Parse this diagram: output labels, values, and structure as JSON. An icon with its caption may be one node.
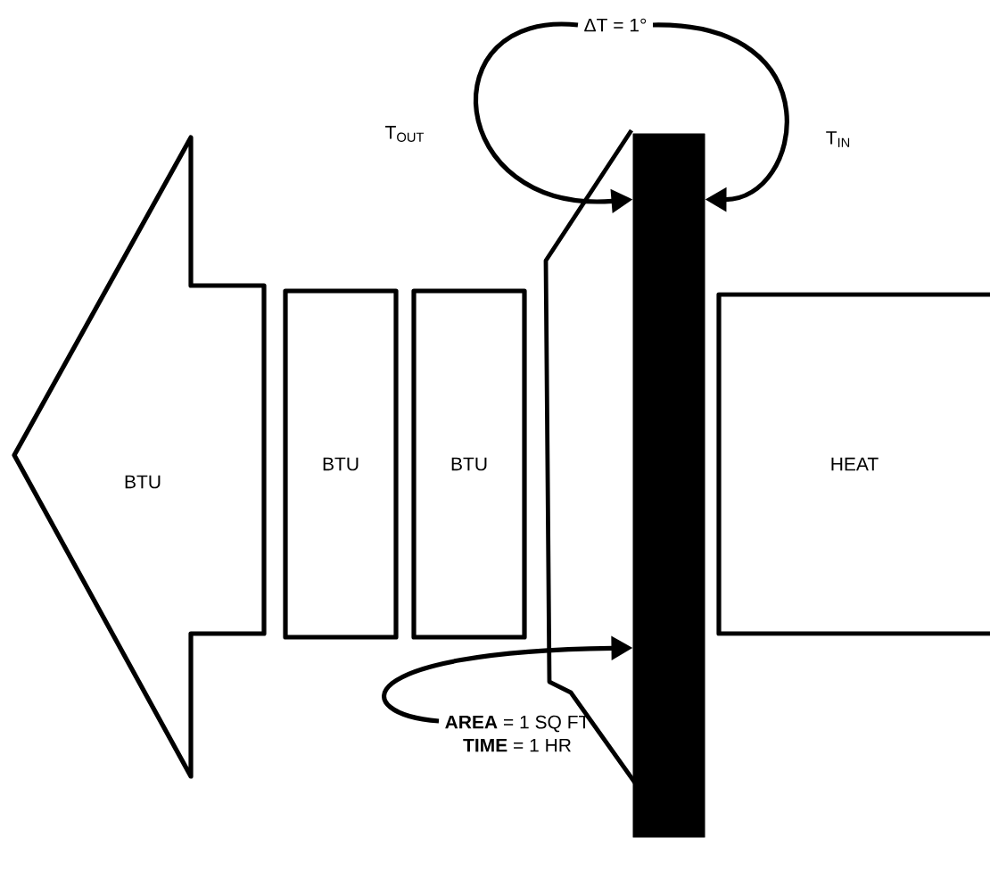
{
  "diagram": {
    "nodes": [
      {
        "text": [
          "BTU"
        ]
      },
      {
        "text": [
          "BTU"
        ]
      },
      {
        "text": [
          "BTU"
        ]
      },
      {
        "text": [
          "HEAT"
        ]
      },
      {
        "text": [],
        "shape": "bar"
      },
      {
        "text": [
          "ΔT = 1°"
        ]
      },
      {
        "text": [
          "**AREA** = 1 SQ FT",
          "**TIME** = 1 HR"
        ]
      }
    ],
    "edges": [
      {
        "from": 5,
        "to": 4,
        "arrow": "to"
      },
      {
        "from": 5,
        "to": 4,
        "arrow": "to"
      },
      {
        "from": 6,
        "to": 4,
        "arrow": "to"
      }
    ],
    "labels": [
      "T$_{OUT}$",
      "T$_{IN}$"
    ]
  }
}
